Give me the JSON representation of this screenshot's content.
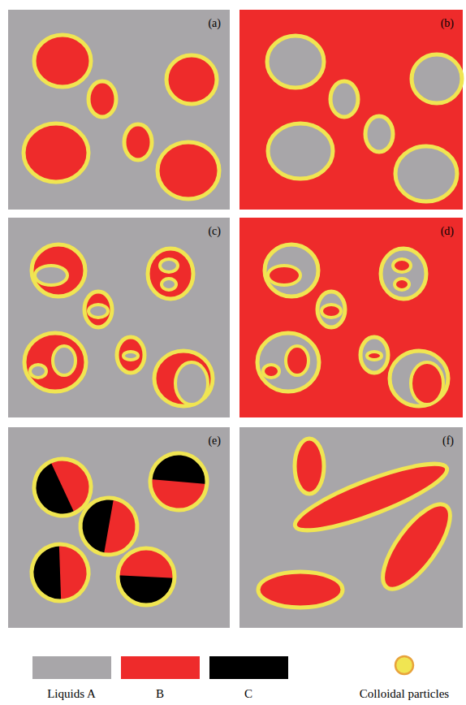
{
  "diagram": {
    "labels": [
      "(a)",
      "(b)",
      "(c)",
      "(d)",
      "(e)",
      "(f)"
    ],
    "legend": [
      {
        "text": "Liquids A",
        "color": "#a8a6a9"
      },
      {
        "text": "B",
        "color": "#ee2b2b"
      },
      {
        "text": "C",
        "color": "#000000"
      },
      {
        "text": "Colloidal particles"
      }
    ]
  }
}
